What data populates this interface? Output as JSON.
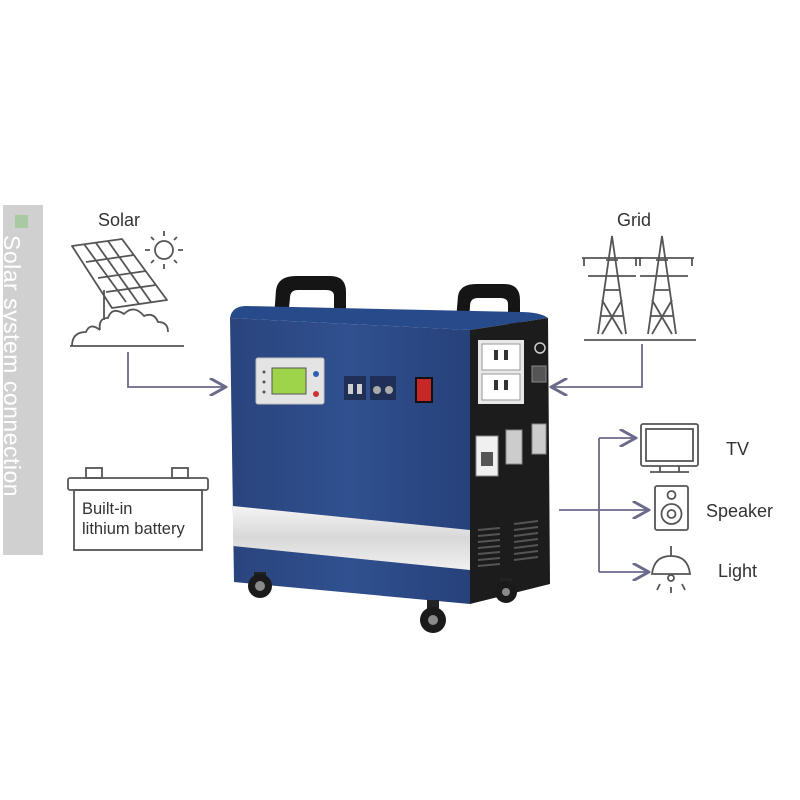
{
  "side_banner": {
    "text": "Solar system connection"
  },
  "labels": {
    "solar": "Solar",
    "grid": "Grid",
    "battery_line1": "Built-in",
    "battery_line2": "lithium battery",
    "tv": "TV",
    "speaker": "Speaker",
    "light": "Light"
  },
  "colors": {
    "banner": "#cfd0cf",
    "banner_square": "#a8c9a2",
    "icon_stroke": "#555555",
    "arrow": "#6a6a8a",
    "cabinet_blue": "#2d4a87",
    "cabinet_black": "#1c1c1c",
    "lcd": "#9ed44a",
    "switch_red": "#c62828"
  }
}
